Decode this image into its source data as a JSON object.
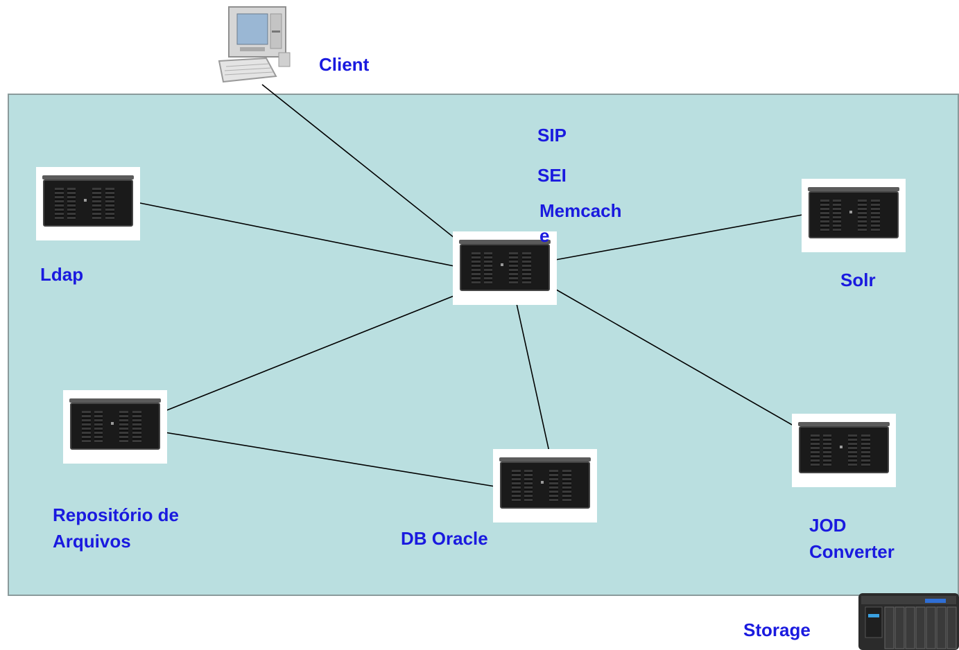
{
  "labels": {
    "client": "Client",
    "sip": "SIP",
    "sei": "SEI",
    "memcache": "Memcach\ne",
    "ldap": "Ldap",
    "solr": "Solr",
    "repositorio": "Repositório de\nArquivos",
    "db_oracle": "DB Oracle",
    "jod_converter": "JOD\nConverter",
    "storage": "Storage"
  },
  "colors": {
    "label": "#1a1adf",
    "network_area": "#badfe0",
    "link": "#000000"
  }
}
